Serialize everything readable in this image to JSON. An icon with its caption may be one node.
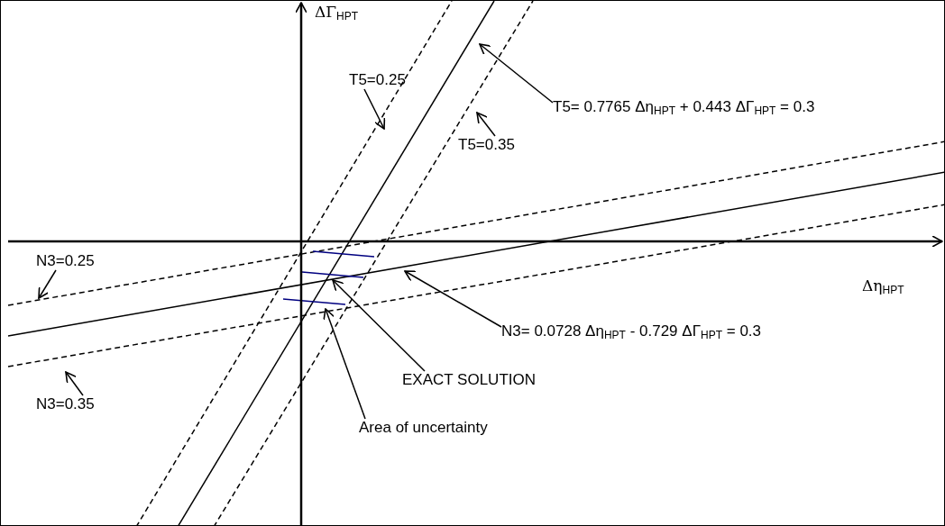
{
  "diagram": {
    "nodes": [
      {
        "text": [
          "T5=0.25"
        ]
      },
      {
        "text": [
          "T5=0.35"
        ]
      },
      {
        "text": [
          "T5= 0.7765 Δη$_{HPT}$ + 0.443 ΔΓ$_{HPT}$ = 0.3"
        ]
      },
      {
        "text": [
          "N3=0.25"
        ]
      },
      {
        "text": [
          "N3=0.35"
        ]
      },
      {
        "text": [
          "N3= 0.0728 Δη$_{HPT}$ - 0.729 ΔΓ$_{HPT}$ = 0.3"
        ]
      },
      {
        "text": [
          "EXACT SOLUTION"
        ]
      },
      {
        "text": [
          "Area of uncertainty"
        ]
      }
    ],
    "edges": [
      {
        "from": 0,
        "to": null,
        "arrow": "to"
      },
      {
        "from": 1,
        "to": null,
        "arrow": "to"
      },
      {
        "from": 2,
        "to": null,
        "arrow": "to"
      },
      {
        "from": 3,
        "to": null,
        "arrow": "to"
      },
      {
        "from": 4,
        "to": null,
        "arrow": "to"
      },
      {
        "from": 5,
        "to": null,
        "arrow": "to"
      },
      {
        "from": 6,
        "to": null,
        "arrow": "to"
      },
      {
        "from": 7,
        "to": null,
        "arrow": "to"
      }
    ],
    "labels": [
      "ΔΓ$_{HPT}$",
      "Δη$_{HPT}$"
    ]
  }
}
